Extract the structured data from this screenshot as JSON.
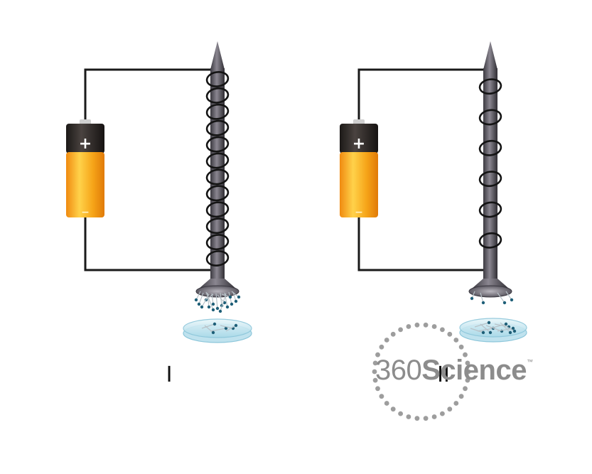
{
  "labels": {
    "setup_1": "I",
    "setup_2": "II"
  },
  "battery": {
    "positive_sign": "+",
    "negative_sign": "−"
  },
  "watermark": {
    "number": "360",
    "word": "Science",
    "trademark": "™"
  },
  "colors": {
    "wire": "#1a1a1a",
    "nail": "#5a5760",
    "battery_cap": "#2a2624",
    "battery_body": "#f6a418",
    "dish": "#cfeaf2",
    "pin_head": "#1e5f78",
    "watermark": "#8c8c8c"
  },
  "setups": [
    {
      "name": "setup-1",
      "coil_turns": 12,
      "pins_attracted": "many"
    },
    {
      "name": "setup-2",
      "coil_turns": 6,
      "pins_attracted": "few"
    }
  ]
}
